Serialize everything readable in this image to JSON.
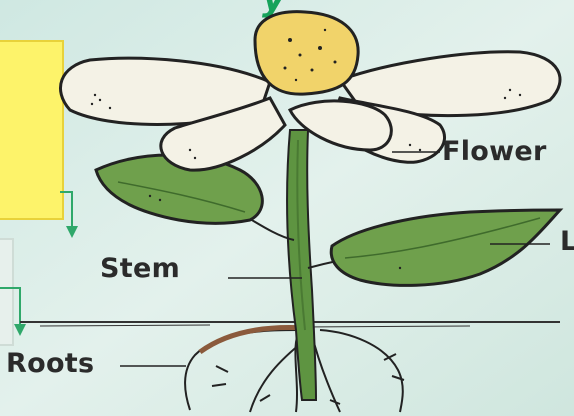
{
  "labels": {
    "flower": "Flower",
    "stem": "Stem",
    "roots": "Roots",
    "leaf_partial": "L"
  },
  "heading_fragment": "y",
  "colors": {
    "background": "#d8ece6",
    "card": "#fdf36a",
    "arrow": "#2fa86a",
    "leaf": "#6fa04c",
    "stem": "#5e9441",
    "petal": "#f4f2e6",
    "center": "#f1d36a",
    "outline": "#222222"
  }
}
